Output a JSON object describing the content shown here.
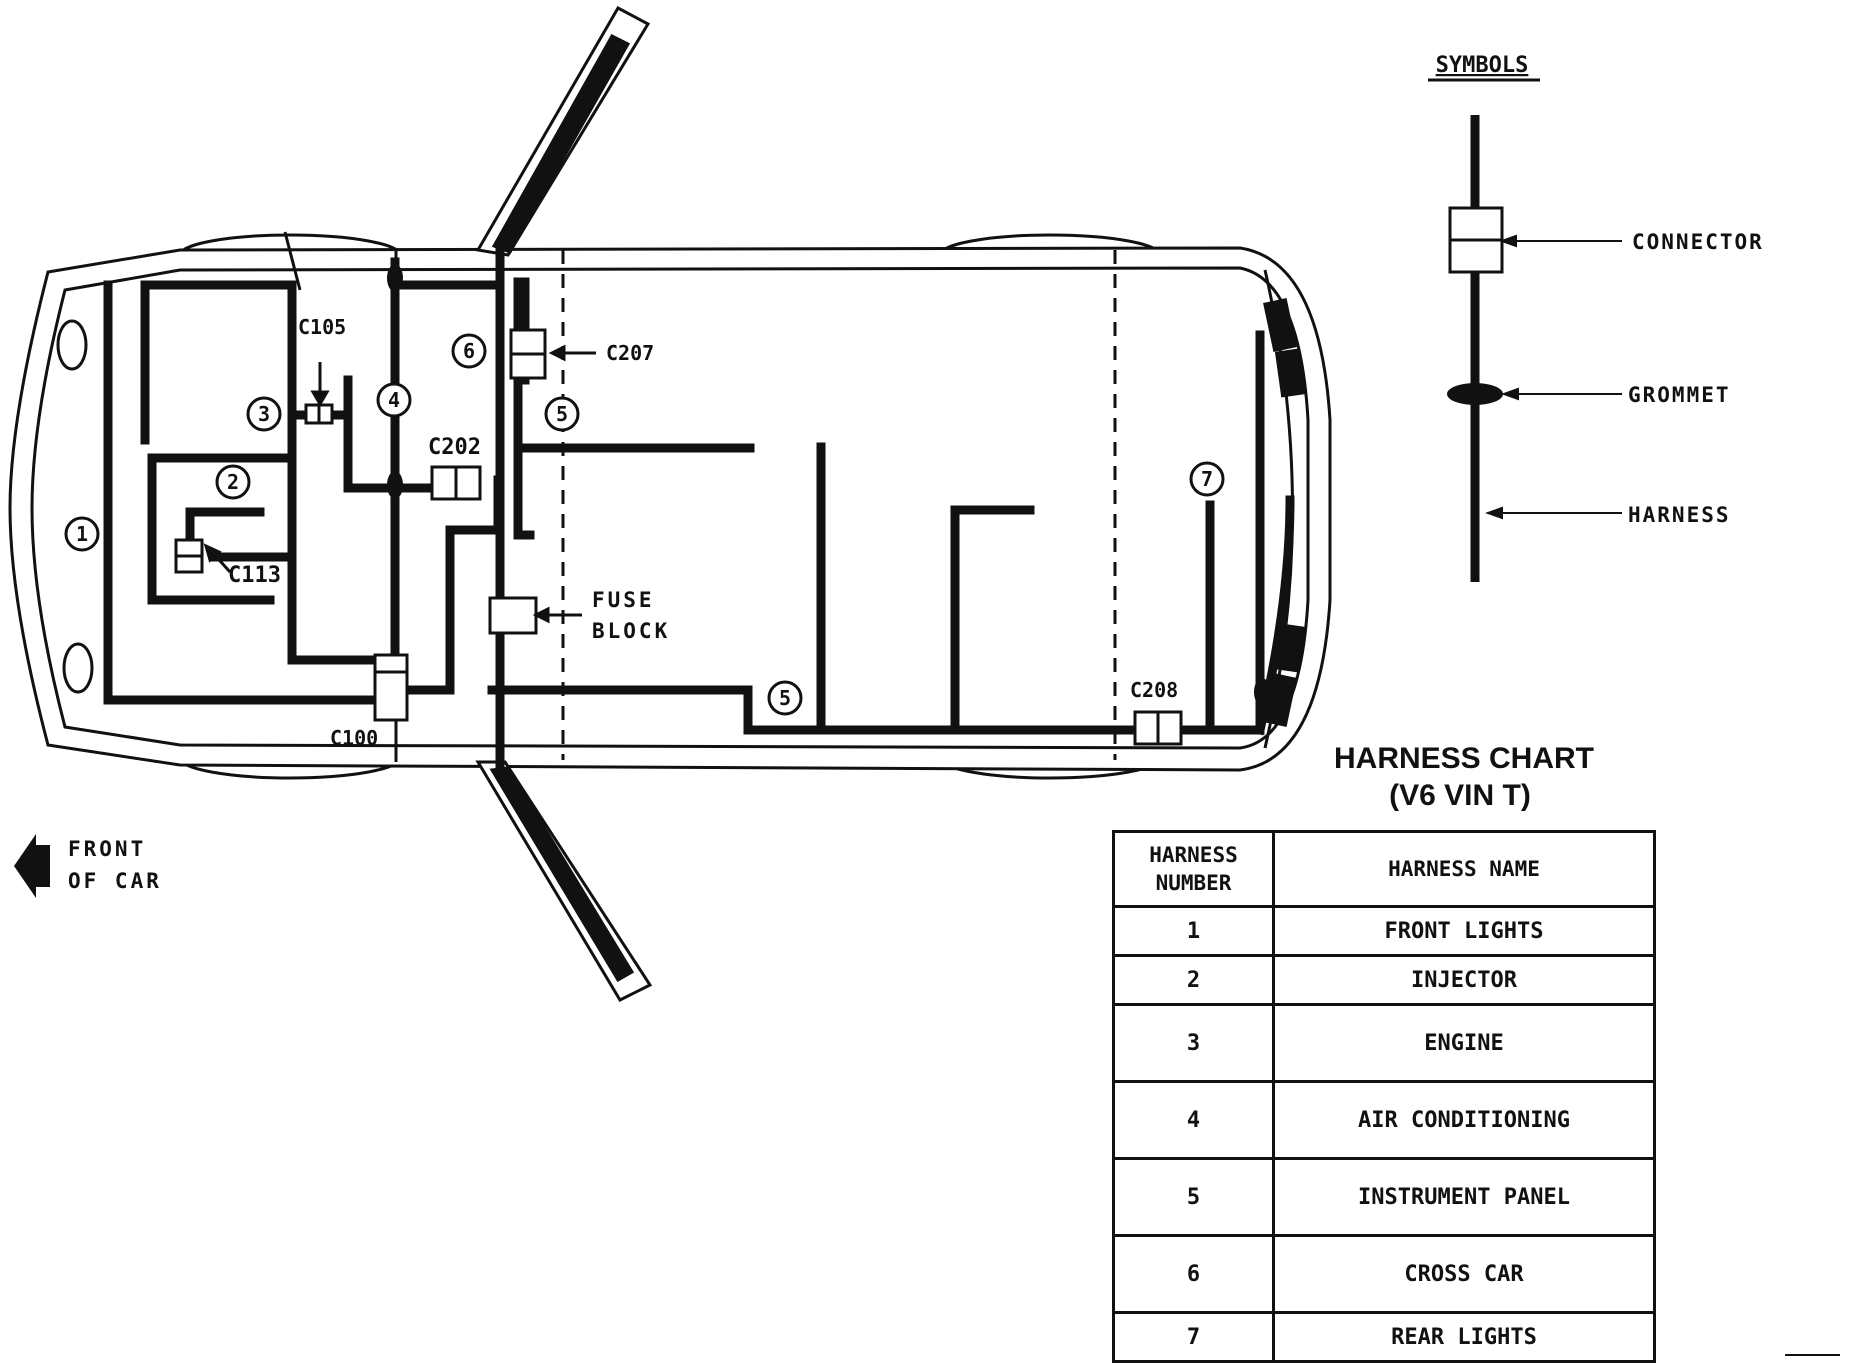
{
  "symbols": {
    "title": "SYMBOLS",
    "connector_label": "CONNECTOR",
    "grommet_label": "GROMMET",
    "harness_label": "HARNESS"
  },
  "front_label": {
    "line1": "FRONT",
    "line2": "OF CAR"
  },
  "fuse_block_label": {
    "line1": "FUSE",
    "line2": "BLOCK"
  },
  "connectors": {
    "c105": "C105",
    "c113": "C113",
    "c202": "C202",
    "c207": "C207",
    "c100": "C100",
    "c208": "C208"
  },
  "callouts": {
    "h1": "1",
    "h2": "2",
    "h3": "3",
    "h4": "4",
    "h5a": "5",
    "h5b": "5",
    "h6": "6",
    "h7": "7"
  },
  "harness_chart": {
    "title": "HARNESS CHART",
    "subtitle": "(V6 VIN T)",
    "headers": {
      "number_line1": "HARNESS",
      "number_line2": "NUMBER",
      "name": "HARNESS NAME"
    },
    "rows": [
      {
        "number": "1",
        "name": "FRONT LIGHTS"
      },
      {
        "number": "2",
        "name": "INJECTOR"
      },
      {
        "number": "3",
        "name": "ENGINE"
      },
      {
        "number": "4",
        "name": "AIR CONDITIONING"
      },
      {
        "number": "5",
        "name": "INSTRUMENT PANEL"
      },
      {
        "number": "6",
        "name": "CROSS CAR"
      },
      {
        "number": "7",
        "name": "REAR LIGHTS"
      }
    ]
  }
}
